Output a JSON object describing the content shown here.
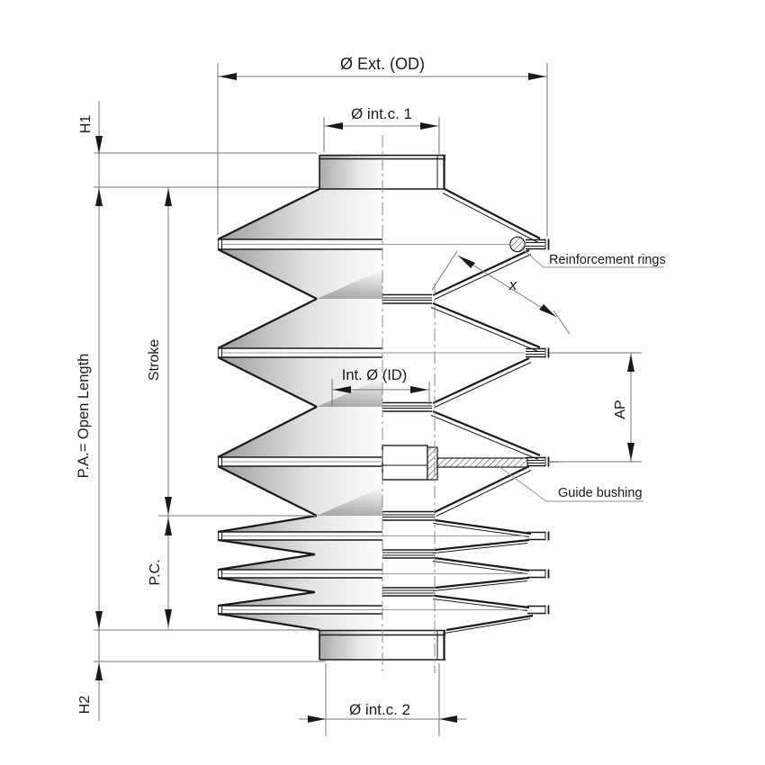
{
  "diagram": {
    "type": "technical-drawing",
    "subject": "Protective bellows half-view / half-section with dimension callouts",
    "labels": {
      "outer_diameter": "Ø Ext. (OD)",
      "inner_collar_1": "Ø int.c. 1",
      "h1": "H1",
      "open_length": "P.A.= Open Length",
      "stroke": "Stroke",
      "compressed_length": "P.C.",
      "h2": "H2",
      "inner_diameter": "Int. Ø (ID)",
      "fold_pitch": "x",
      "ap": "AP",
      "reinforcement_rings": "Reinforcement rings",
      "guide_bushing": "Guide bushing",
      "inner_collar_2": "Ø int.c. 2"
    },
    "colors": {
      "line": "#1a1a1a",
      "dimension_line": "#757575",
      "centerline": "#8a8a8a",
      "shading_dark": "#9f9f9f",
      "shading_light": "#fdfdfd",
      "background": "#ffffff"
    }
  }
}
